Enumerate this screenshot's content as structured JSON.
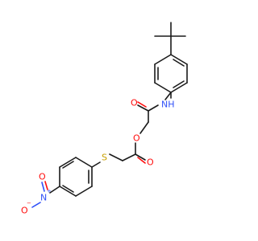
{
  "molecule": {
    "labels": {
      "amide_nh": "NH",
      "amide_o": "O",
      "ester_o": "O",
      "carbonyl_o": "O",
      "sulfur": "S",
      "nitro_n": "N",
      "nitro_o_top": "O",
      "nitro_o_minus": "O"
    },
    "charges": {
      "nitro_n": "+",
      "nitro_o_minus": "−"
    },
    "colors": {
      "bond": "#1a1a1a",
      "oxygen": "#ff0d0d",
      "nitrogen": "#3050f8",
      "sulfur": "#c8a000",
      "background": "#ffffff"
    }
  }
}
